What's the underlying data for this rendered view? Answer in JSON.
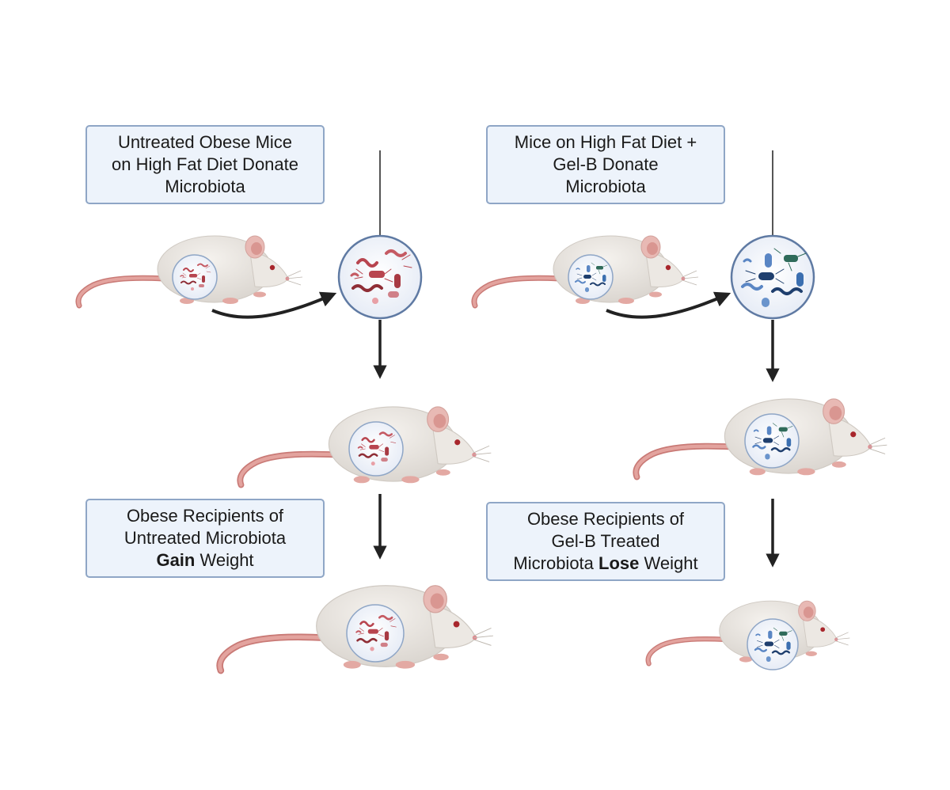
{
  "figure": {
    "left_column": {
      "donor_label": {
        "line1": "Untreated Obese Mice",
        "line2": "on High Fat Diet Donate",
        "line3": "Microbiota"
      },
      "outcome_label": {
        "line1": "Obese Recipients of",
        "line2": "Untreated Microbiota",
        "line3_bold": "Gain",
        "line3_rest": " Weight"
      },
      "microbe_color": "#b8454f"
    },
    "right_column": {
      "donor_label": {
        "line1": "Mice on High Fat Diet +",
        "line2": "Gel-B Donate",
        "line3": "Microbiota"
      },
      "outcome_label": {
        "line1": "Obese Recipients of",
        "line2": "Gel-B Treated",
        "line3_pre": "Microbiota ",
        "line3_bold": "Lose",
        "line3_rest": " Weight"
      },
      "microbe_color": "#3a5f93"
    },
    "colors": {
      "box_fill": "#edf3fb",
      "box_border": "#8fa6c6",
      "mouse_body": "#ebe7e2",
      "mouse_tail": "#d98a85",
      "arrow": "#222222"
    }
  }
}
